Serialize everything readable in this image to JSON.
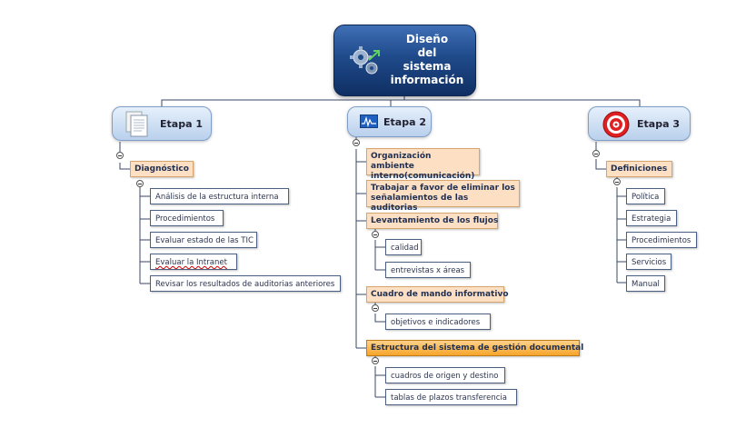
{
  "root": {
    "title": "Diseño\ndel\nsistema\ninformación",
    "icon": "gears-icon"
  },
  "stages": [
    {
      "label": "Etapa 1",
      "icon": "document-icon",
      "categories": [
        {
          "label": "Diagnóstico",
          "items": [
            "Análisis de la  estructura interna",
            "Procedimientos",
            "Evaluar estado de las TIC",
            "Evaluar la Intranet",
            "Revisar los resultados de auditorias anteriores"
          ]
        }
      ]
    },
    {
      "label": "Etapa 2",
      "icon": "monitor-chart-icon",
      "categories": [
        {
          "label": "Organización ambiente interno(comunicación)",
          "items": []
        },
        {
          "label": "Trabajar a favor de eliminar los señalamientos de las auditorias",
          "items": []
        },
        {
          "label": "Levantamiento de los flujos",
          "items": [
            "calidad",
            "entrevistas x áreas"
          ]
        },
        {
          "label": "Cuadro de mando informativo",
          "items": [
            "objetivos  e indicadores"
          ]
        },
        {
          "label": "Estructura del sistema de gestión  documental",
          "items": [
            "cuadros de  origen y destino",
            "tablas de plazos  transferencia"
          ]
        }
      ]
    },
    {
      "label": "Etapa 3",
      "icon": "target-icon",
      "categories": [
        {
          "label": "Definiciones",
          "items": [
            "Política",
            "Estrategia",
            "Procedimientos",
            "Servicios",
            "Manual"
          ]
        }
      ]
    }
  ],
  "colors": {
    "root": "#1f4a8a",
    "stage": "#c5d9f1",
    "category": "#fde0c4",
    "highlight": "#f6a52a",
    "connector": "#3a4a6a"
  }
}
